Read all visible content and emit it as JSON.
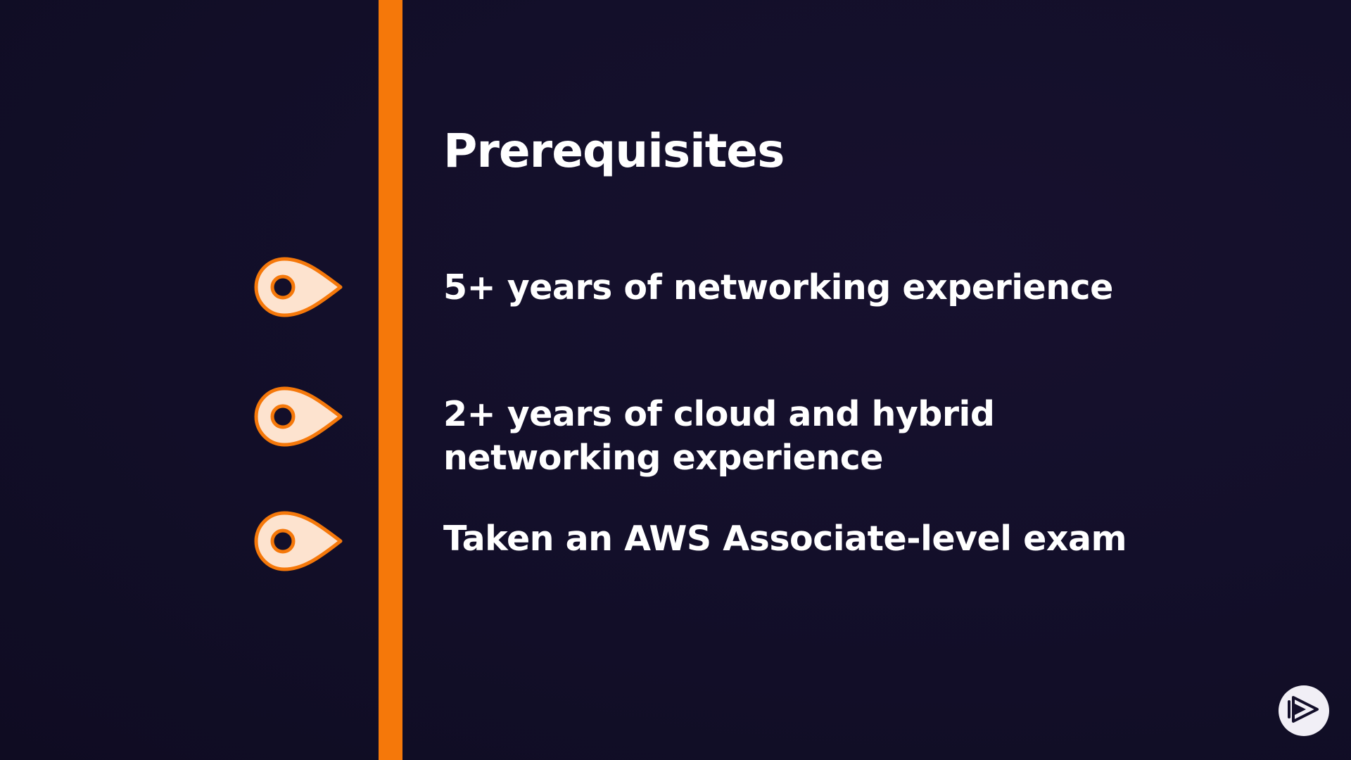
{
  "slide": {
    "title": "Prerequisites",
    "bullets": [
      {
        "text": "5+ years of networking experience",
        "icon": "location-pin-icon"
      },
      {
        "text": "2+ years of cloud and hybrid networking experience",
        "icon": "location-pin-icon"
      },
      {
        "text": "Taken an AWS Associate-level exam",
        "icon": "location-pin-icon"
      }
    ]
  },
  "brand": {
    "icon": "play-logo-icon"
  },
  "colors": {
    "background": "#130f2a",
    "accent": "#f5780a",
    "pin_fill": "#fde3cf",
    "pin_center": "#130f2a",
    "text": "#ffffff",
    "badge": "#f1eff6"
  }
}
